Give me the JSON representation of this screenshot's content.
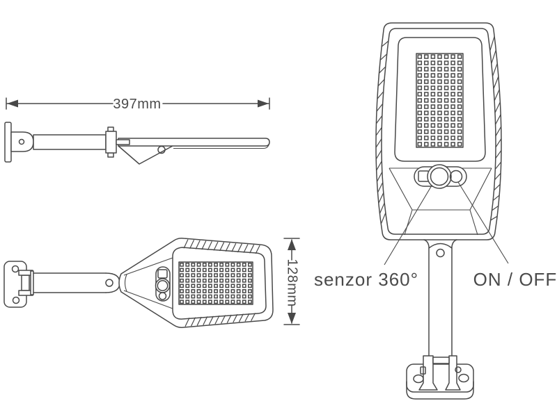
{
  "diagram": {
    "background": "#ffffff",
    "line_color": "#484848",
    "text_color": "#4a4a4a",
    "views": {
      "side_profile": {
        "dimension_label": "397mm"
      },
      "bottom_face": {
        "dimension_label": "128mm",
        "led_grid": {
          "cols": 13,
          "rows": 8
        }
      },
      "front_face": {
        "led_grid": {
          "cols": 7,
          "rows": 15
        },
        "callouts": {
          "sensor_label": "senzor 360°",
          "power_label": "ON / OFF"
        }
      }
    }
  }
}
